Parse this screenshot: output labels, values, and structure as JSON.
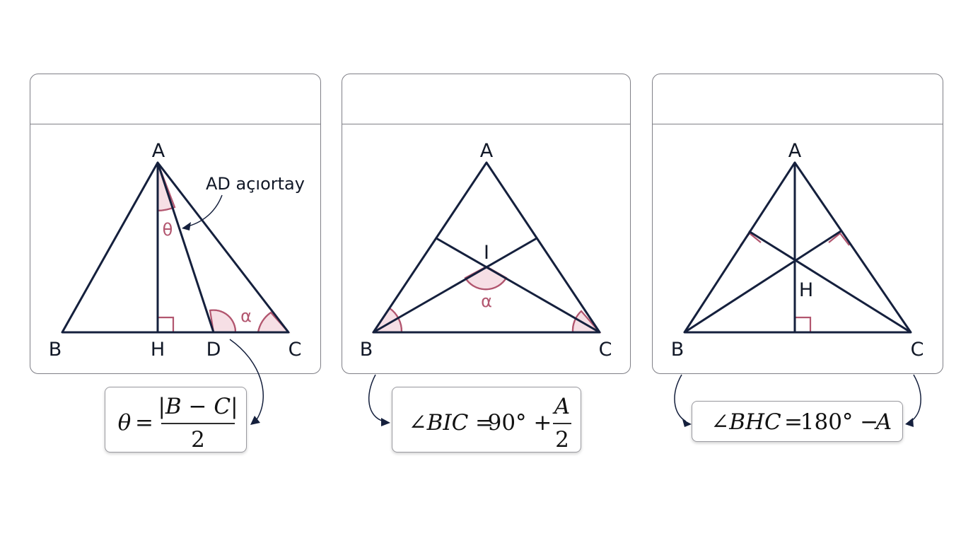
{
  "panels": [
    {
      "vertices": {
        "A": "A",
        "B": "B",
        "C": "C",
        "H": "H",
        "D": "D"
      },
      "annotation": "AD açıortay",
      "angles": {
        "theta": "θ",
        "alpha": "α"
      },
      "formula": {
        "lhs": "θ",
        "eq": "=",
        "numerator": "|B − C|",
        "denominator": "2"
      }
    },
    {
      "vertices": {
        "A": "A",
        "B": "B",
        "C": "C",
        "I": "I"
      },
      "angles": {
        "alpha": "α"
      },
      "formula": {
        "lhs": "∠BIC",
        "eq": "=",
        "rhs": "90° +",
        "numerator": "A",
        "denominator": "2"
      }
    },
    {
      "vertices": {
        "A": "A",
        "B": "B",
        "C": "C",
        "H": "H"
      },
      "formula": {
        "lhs": "∠BHC",
        "eq": "=",
        "rhs": "180° −",
        "tail": "A"
      }
    }
  ],
  "colors": {
    "line": "#15203d",
    "angle_mark": "#b2566f",
    "angle_fill": "#f6dfe5",
    "border": "#7f7f86"
  }
}
